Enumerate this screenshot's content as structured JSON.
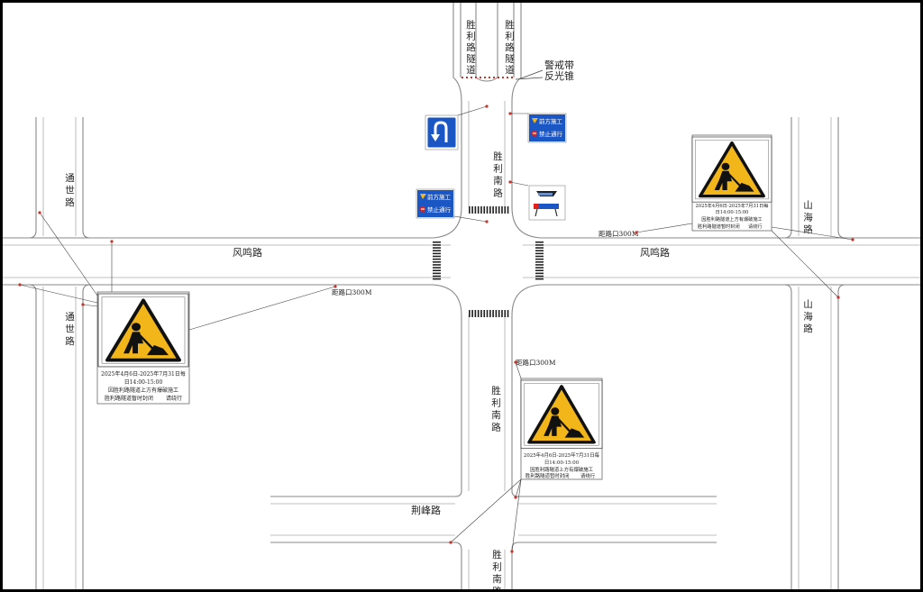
{
  "roads": {
    "shengli_tunnel_left": "胜利路隧道",
    "shengli_tunnel_right": "胜利路隧道",
    "shengli_nan_upper": "胜利南路",
    "shengli_nan_middle": "胜利南路",
    "shengli_nan_lower": "胜利南路",
    "tongshi_upper": "通世路",
    "tongshi_lower": "通世路",
    "fengming_left": "风鸣路",
    "fengming_right": "风鸣路",
    "shanhai_upper": "山海路",
    "shanhai_lower": "山海路",
    "jingfeng": "荆峰路"
  },
  "legend": {
    "tape": "警戒带",
    "cone": "反光锥"
  },
  "small_signs": {
    "ahead_construction": "前方施工",
    "no_passage": "禁止通行"
  },
  "distances": {
    "left": "距路口300M",
    "right": "距路口300M",
    "bottom": "距路口300M"
  },
  "notice": {
    "line1": "2025年4月6日-2025年7月31日每",
    "line2": "日14:00-15:00",
    "line3": "因胜利路隧道上方有爆破施工",
    "line4": "胜利路隧道暂时封闭",
    "line4b": "请绕行"
  },
  "colors": {
    "sign_blue": "#1a56c4",
    "warning_yellow": "#f2b51a",
    "no_entry_red": "#e0201a",
    "marker_red": "#c83228"
  },
  "icons": [
    "u-turn-icon",
    "worker-digging-icon",
    "flashing-barricade-icon",
    "no-entry-icon",
    "construction-arrow-icon"
  ]
}
